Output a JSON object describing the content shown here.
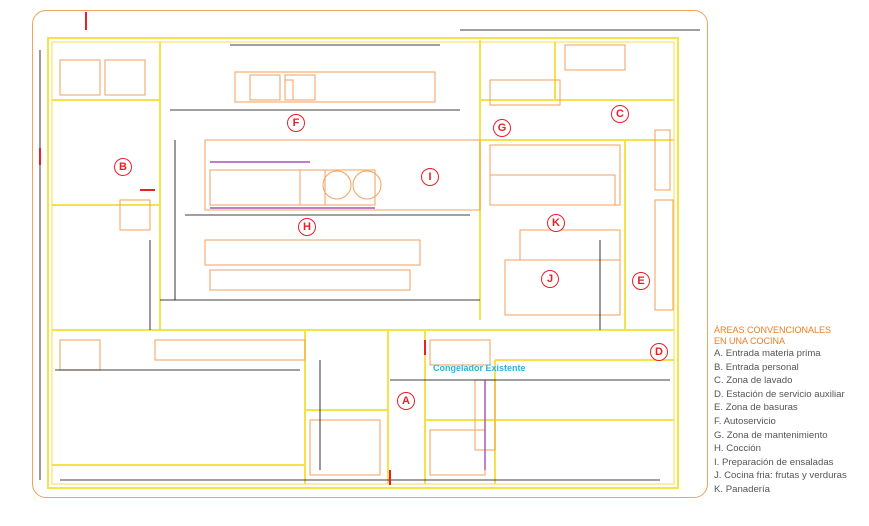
{
  "legend": {
    "title_line1": "ÁREAS CONVENCIONALES",
    "title_line2": "EN UNA COCINA",
    "items": [
      "A. Entrada materia prima",
      "B. Entrada personal",
      "C. Zona de lavado",
      "D.  Estación de servicio auxiliar",
      "E. Zona de basuras",
      "F. Autoservicio",
      "G. Zona de mantenimiento",
      "H. Cocción",
      "I. Preparación de ensaladas",
      "J. Cocina fria: frutas y verduras",
      "K. Panadería"
    ]
  },
  "markers": {
    "A": "A",
    "B": "B",
    "C": "C",
    "D": "D",
    "E": "E",
    "F": "F",
    "G": "G",
    "H": "H",
    "I": "I",
    "J": "J",
    "K": "K"
  },
  "room_labels": {
    "congelador": "Congelador Existente"
  },
  "colors": {
    "frame": "#f2a25c",
    "wall": "#f5e14a",
    "equipment": "#f2a25c",
    "dimension": "#000000",
    "marker": "#e8202a",
    "label": "#29b6d8",
    "accent": "#f07d1e"
  }
}
